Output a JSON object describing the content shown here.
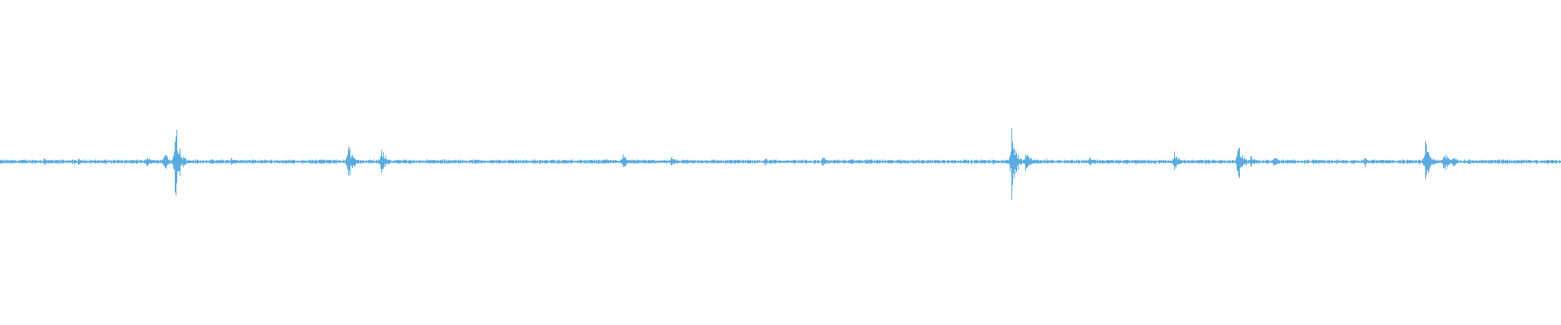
{
  "waveform": {
    "color": "#5aabe0",
    "baseline_amplitude": 0.012,
    "events": [
      {
        "position": 0.028,
        "amplitude": 0.03
      },
      {
        "position": 0.05,
        "amplitude": 0.025
      },
      {
        "position": 0.094,
        "amplitude": 0.04
      },
      {
        "position": 0.105,
        "amplitude": 0.09
      },
      {
        "position": 0.112,
        "amplitude": 0.38
      },
      {
        "position": 0.148,
        "amplitude": 0.03
      },
      {
        "position": 0.205,
        "amplitude": 0.03
      },
      {
        "position": 0.223,
        "amplitude": 0.16
      },
      {
        "position": 0.244,
        "amplitude": 0.12
      },
      {
        "position": 0.399,
        "amplitude": 0.06
      },
      {
        "position": 0.43,
        "amplitude": 0.035
      },
      {
        "position": 0.49,
        "amplitude": 0.03
      },
      {
        "position": 0.527,
        "amplitude": 0.05
      },
      {
        "position": 0.555,
        "amplitude": 0.03
      },
      {
        "position": 0.648,
        "amplitude": 0.28
      },
      {
        "position": 0.657,
        "amplitude": 0.1
      },
      {
        "position": 0.698,
        "amplitude": 0.045
      },
      {
        "position": 0.752,
        "amplitude": 0.08
      },
      {
        "position": 0.793,
        "amplitude": 0.16
      },
      {
        "position": 0.801,
        "amplitude": 0.06
      },
      {
        "position": 0.816,
        "amplitude": 0.05
      },
      {
        "position": 0.874,
        "amplitude": 0.04
      },
      {
        "position": 0.913,
        "amplitude": 0.16
      },
      {
        "position": 0.925,
        "amplitude": 0.09
      },
      {
        "position": 0.93,
        "amplitude": 0.05
      }
    ]
  }
}
